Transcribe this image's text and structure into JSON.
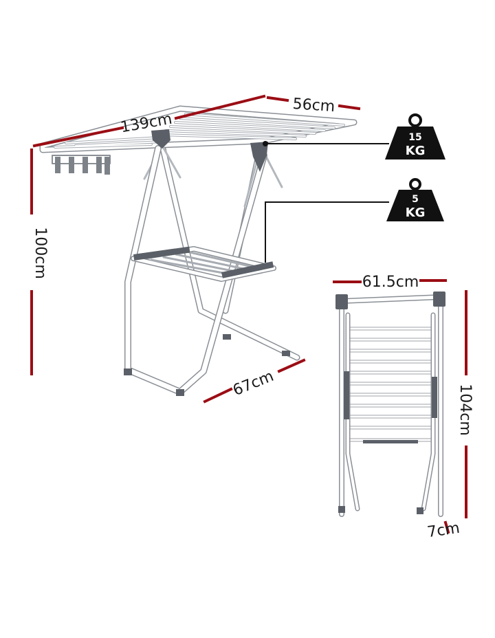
{
  "colors": {
    "dimension_line": "#9b0d14",
    "frame": "#ffffff",
    "frame_outline": "#8a8f95",
    "joint": "#5b6068",
    "weight_fill": "#111111",
    "weight_text": "#ffffff",
    "pointer_line": "#111111"
  },
  "unfolded_rack": {
    "dimensions": {
      "length": "139cm",
      "width": "56cm",
      "height": "100cm",
      "base_depth": "67cm"
    },
    "top_load": {
      "value": "15",
      "unit": "KG",
      "icon": "weight-icon"
    },
    "shelf_load": {
      "value": "5",
      "unit": "KG",
      "icon": "weight-icon"
    }
  },
  "folded_rack": {
    "dimensions": {
      "width": "61.5cm",
      "height": "104cm",
      "depth": "7cm"
    }
  }
}
